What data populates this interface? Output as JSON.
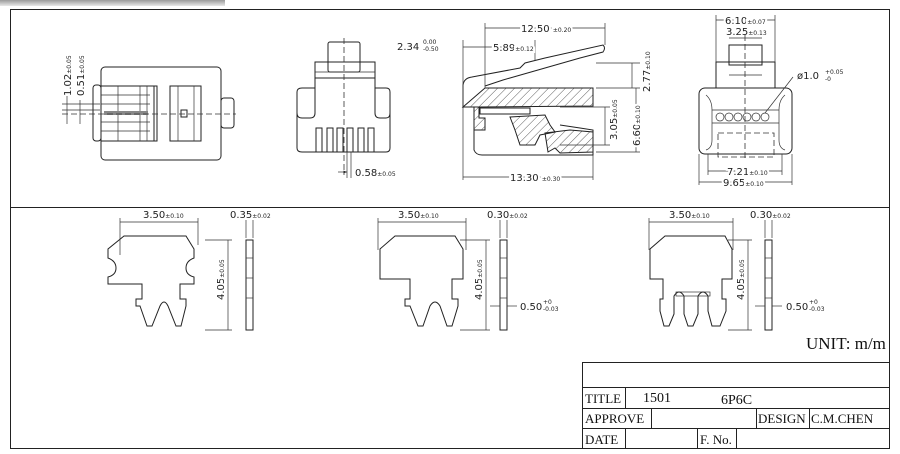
{
  "view_top": {
    "d1": "1.02",
    "d1_tol": "±0.05",
    "d2": "0.51",
    "d2_tol": "±0.05"
  },
  "view_rear": {
    "pitch": "0.58",
    "pitch_tol": "±0.05"
  },
  "view_side": {
    "offset": "2.34",
    "offset_tol_up": "0.00",
    "offset_tol_dn": "-0.50",
    "latch": "12.50",
    "latch_tol": "±0.20",
    "latch2": "5.89",
    "latch2_tol": "±0.12",
    "h1": "2.77",
    "h1_tol": "±0.10",
    "h2": "3.05",
    "h2_tol": "±0.05",
    "h3": "6.60",
    "h3_tol": "±0.10",
    "length": "13.30",
    "length_tol": "±0.30"
  },
  "view_front": {
    "w1": "6.10",
    "w1_tol": "±0.07",
    "w2": "3.25",
    "w2_tol": "±0.13",
    "dia": "ø1.0",
    "dia_tol_up": "+0.05",
    "dia_tol_dn": "-0",
    "w3": "7.21",
    "w3_tol": "±0.10",
    "w4": "9.65",
    "w4_tol": "±0.10"
  },
  "contacts": [
    {
      "width": "3.50",
      "width_tol": "±0.10",
      "thick": "0.35",
      "thick_tol": "±0.02",
      "height": "4.05",
      "height_tol": "±0.05"
    },
    {
      "width": "3.50",
      "width_tol": "±0.10",
      "thick": "0.30",
      "thick_tol": "±0.02",
      "height": "4.05",
      "height_tol": "±0.05",
      "tip": "0.50",
      "tip_tol_up": "+0",
      "tip_tol_dn": "-0.03"
    },
    {
      "width": "3.50",
      "width_tol": "±0.10",
      "thick": "0.30",
      "thick_tol": "±0.02",
      "height": "4.05",
      "height_tol": "±0.05",
      "tip": "0.50",
      "tip_tol_up": "+0",
      "tip_tol_dn": "-0.03"
    }
  ],
  "title_block": {
    "unit": "UNIT: m/m",
    "title_label": "TITLE",
    "part_no": "1501",
    "part_name": "6P6C",
    "approve_label": "APPROVE",
    "design_label": "DESIGN",
    "designer": "C.M.CHEN",
    "date_label": "DATE",
    "fno_label": "F. No."
  }
}
